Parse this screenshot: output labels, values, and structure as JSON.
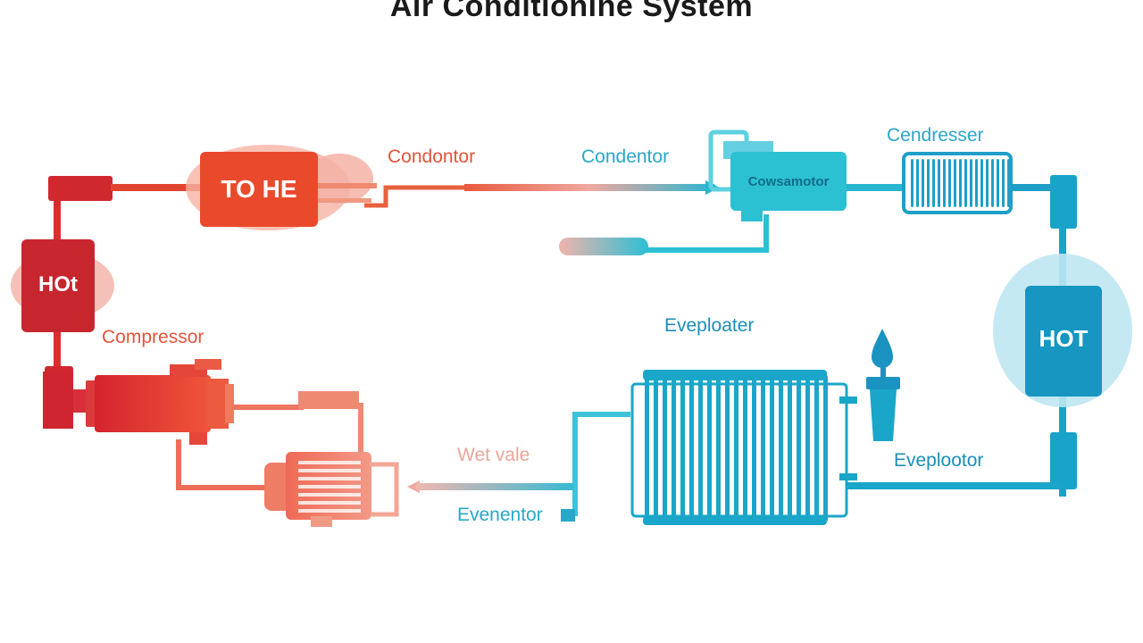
{
  "title": "Air Conditionine System",
  "labels": {
    "condenser_warm": "Condontor",
    "condenser_cool": "Condentor",
    "compressor_top": "Cendresser",
    "compressor_left": "Compressor",
    "evaporator_top": "Eveploater",
    "evaporator_right": "Eveplootor",
    "wet_valve": "Wet vale",
    "evaporator_bottom": "Evenentor"
  },
  "boxes": {
    "hot_left": "HOt",
    "tohe": "TO HE",
    "hot_right": "HOT",
    "compresotor": "Cowsamotor"
  },
  "colors": {
    "hot": "#e0382f",
    "hot_dark": "#c8262f",
    "cool": "#1aa6c9",
    "cool_light": "#5fd0e0",
    "pink": "#f3b8b0"
  }
}
